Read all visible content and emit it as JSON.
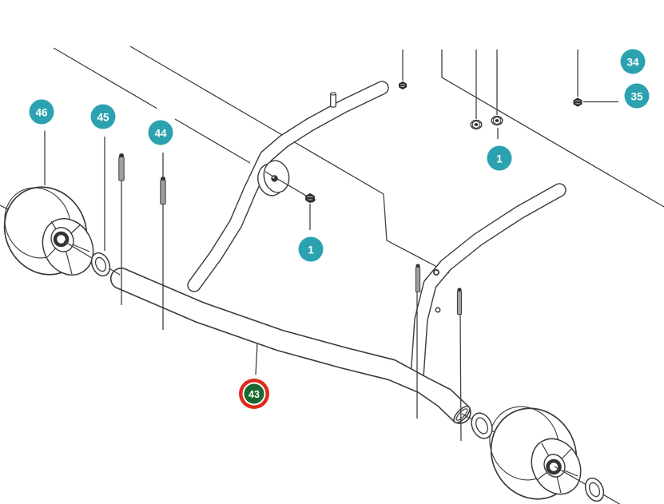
{
  "diagram": {
    "type": "exploded-parts-diagram",
    "colors": {
      "badge_teal": "#2CA2B0",
      "badge_text": "#FFFFFF",
      "highlight_green": "#17692F",
      "highlight_red": "#DD2A1B",
      "line": "#3A3A3A",
      "background": "#FFFFFF"
    },
    "callouts": [
      {
        "label": "46",
        "style": "teal"
      },
      {
        "label": "45",
        "style": "teal"
      },
      {
        "label": "44",
        "style": "teal"
      },
      {
        "label": "1",
        "style": "teal"
      },
      {
        "label": "1",
        "style": "teal"
      },
      {
        "label": "34",
        "style": "teal"
      },
      {
        "label": "35",
        "style": "teal"
      },
      {
        "label": "43",
        "style": "highlighted-red-green"
      }
    ],
    "highlighted_part_label": "43",
    "parts": [
      "frame-tube",
      "front-strut",
      "rear-strut",
      "mounting-disc",
      "pin",
      "roller-wheel-left",
      "roller-wheel-right",
      "washer-left",
      "washer-mid",
      "washer-right",
      "bolt-left-a",
      "bolt-left-b",
      "bolt-right-a",
      "bolt-right-b",
      "nut-front",
      "nut-top-a",
      "flange-nut-a",
      "flange-nut-b",
      "nut-top-right"
    ]
  }
}
